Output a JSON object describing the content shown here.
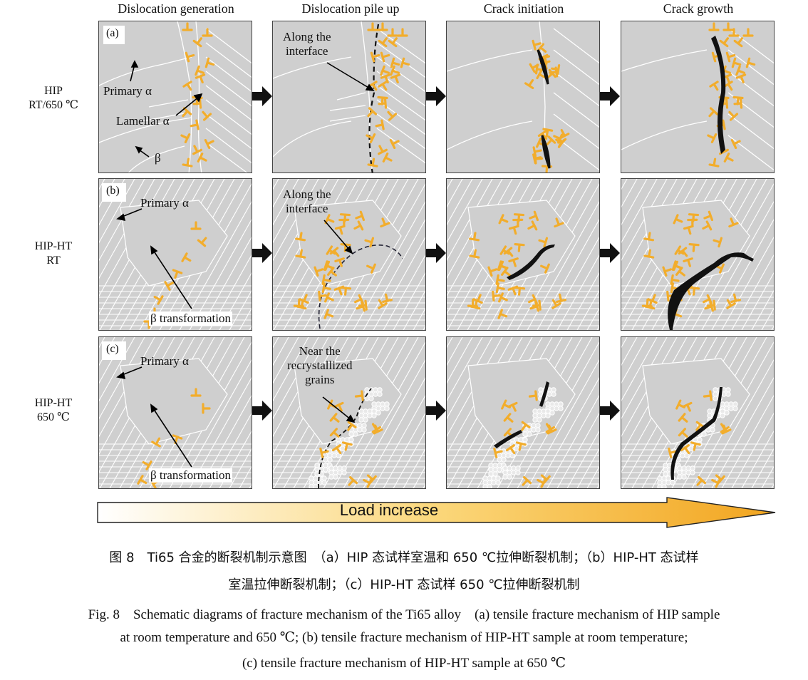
{
  "stages": [
    "Dislocation generation",
    "Dislocation pile up",
    "Crack initiation",
    "Crack growth"
  ],
  "rows": [
    {
      "line1": "HIP",
      "line2": "RT/650 ℃"
    },
    {
      "line1": "HIP-HT",
      "line2": "RT"
    },
    {
      "line1": "HIP-HT",
      "line2": "650 ℃"
    }
  ],
  "panel_letters": [
    "(a)",
    "(b)",
    "(c)"
  ],
  "annotations": {
    "primary_alpha": "Primary α",
    "lamellar_alpha": "Lamellar α",
    "beta": "β",
    "beta_transformation": "β transformation",
    "along_line1": "Along the",
    "along_line2": "interface",
    "near_line1": "Near the",
    "near_line2": "recrystallized",
    "near_line3": "grains"
  },
  "load_label": "Load increase",
  "colors": {
    "panel_bg": "#cfcfcf",
    "dislocation": "#f2ad2c",
    "crack": "#111111",
    "lines": "#ffffff"
  },
  "caption": {
    "cn_line1": "图 8　Ti65 合金的断裂机制示意图　（a）HIP 态试样室温和 650 ℃拉伸断裂机制；（b）HIP-HT 态试样",
    "cn_line2": "室温拉伸断裂机制；（c）HIP-HT 态试样 650 ℃拉伸断裂机制",
    "en_line1": "Fig. 8　Schematic diagrams of fracture mechanism of the Ti65 alloy　(a) tensile fracture mechanism of HIP sample",
    "en_line2": "at room temperature and 650 ℃; (b) tensile fracture mechanism of HIP-HT sample at room temperature;",
    "en_line3": "(c) tensile fracture mechanism of HIP-HT sample at 650 ℃"
  }
}
